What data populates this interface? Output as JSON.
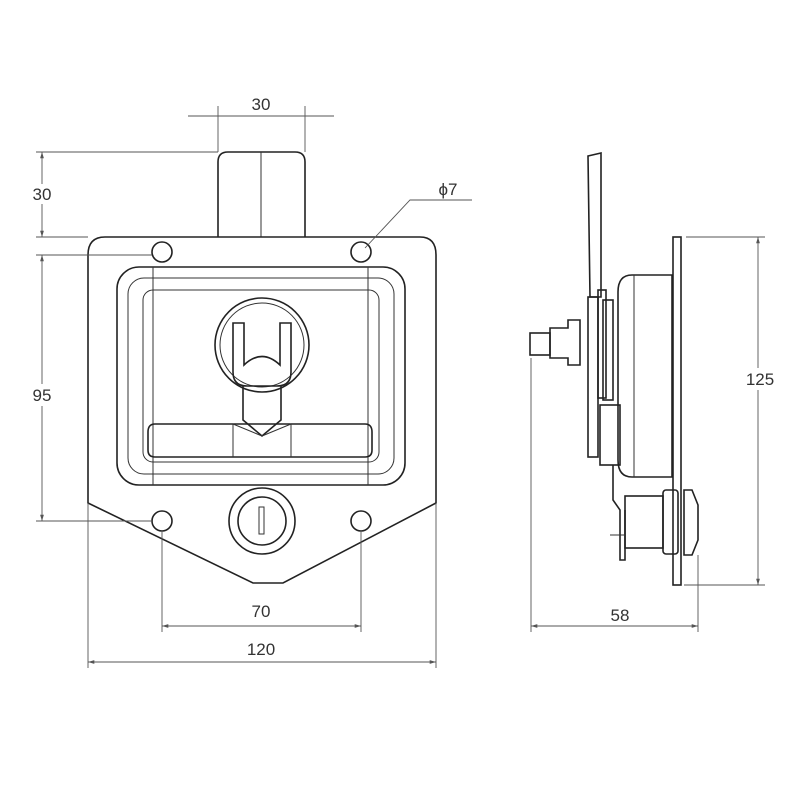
{
  "drawing": {
    "dimensions": {
      "tab_width": "30",
      "tab_height": "30",
      "hole_diameter": "ϕ7",
      "hole_vertical_spacing": "95",
      "hole_horizontal_spacing": "70",
      "overall_width": "120",
      "depth": "58",
      "overall_height": "125"
    },
    "colors": {
      "line": "#222222",
      "dimension": "#555555",
      "background": "#ffffff"
    }
  }
}
